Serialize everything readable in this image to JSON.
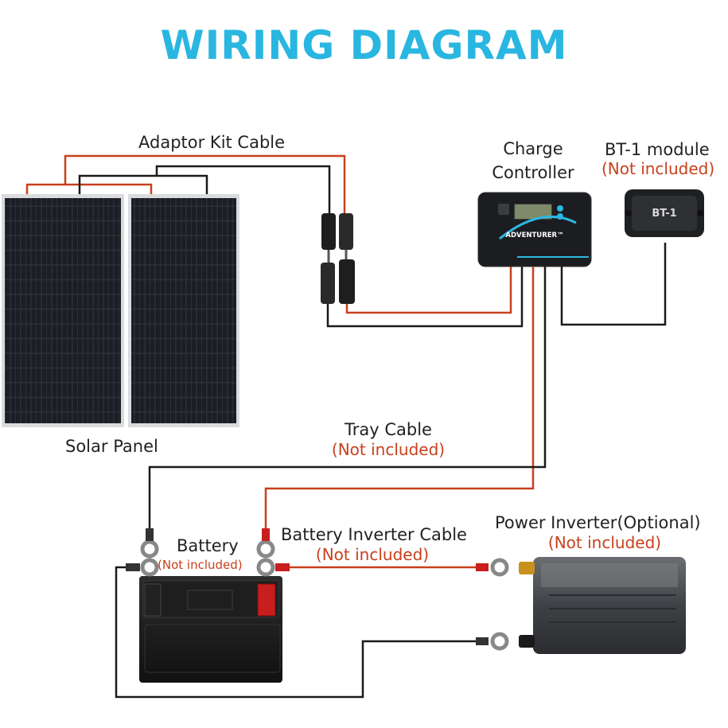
{
  "title": "WIRING DIAGRAM",
  "labels": {
    "adaptor_kit_cable": "Adaptor Kit Cable",
    "charge_controller_line1": "Charge",
    "charge_controller_line2": "Controller",
    "bt1_module": "BT-1 module",
    "bt1_not_included": "(Not included)",
    "solar_panel": "Solar Panel",
    "tray_cable": "Tray Cable",
    "tray_not_included": "(Not included)",
    "battery": "Battery",
    "battery_not_included": "(Not included)",
    "battery_inverter_cable": "Battery Inverter Cable",
    "battery_inverter_not_included": "(Not included)",
    "power_inverter": "Power Inverter(Optional)",
    "power_inverter_not_included": "(Not included)"
  },
  "device_text": {
    "controller_brand": "ADVENTURER™",
    "bt1_text": "BT-1"
  },
  "colors": {
    "title": "#29b6e0",
    "positive_wire": "#c8401c",
    "negative_wire": "#1a1a1a",
    "not_included": "#c8401c"
  }
}
